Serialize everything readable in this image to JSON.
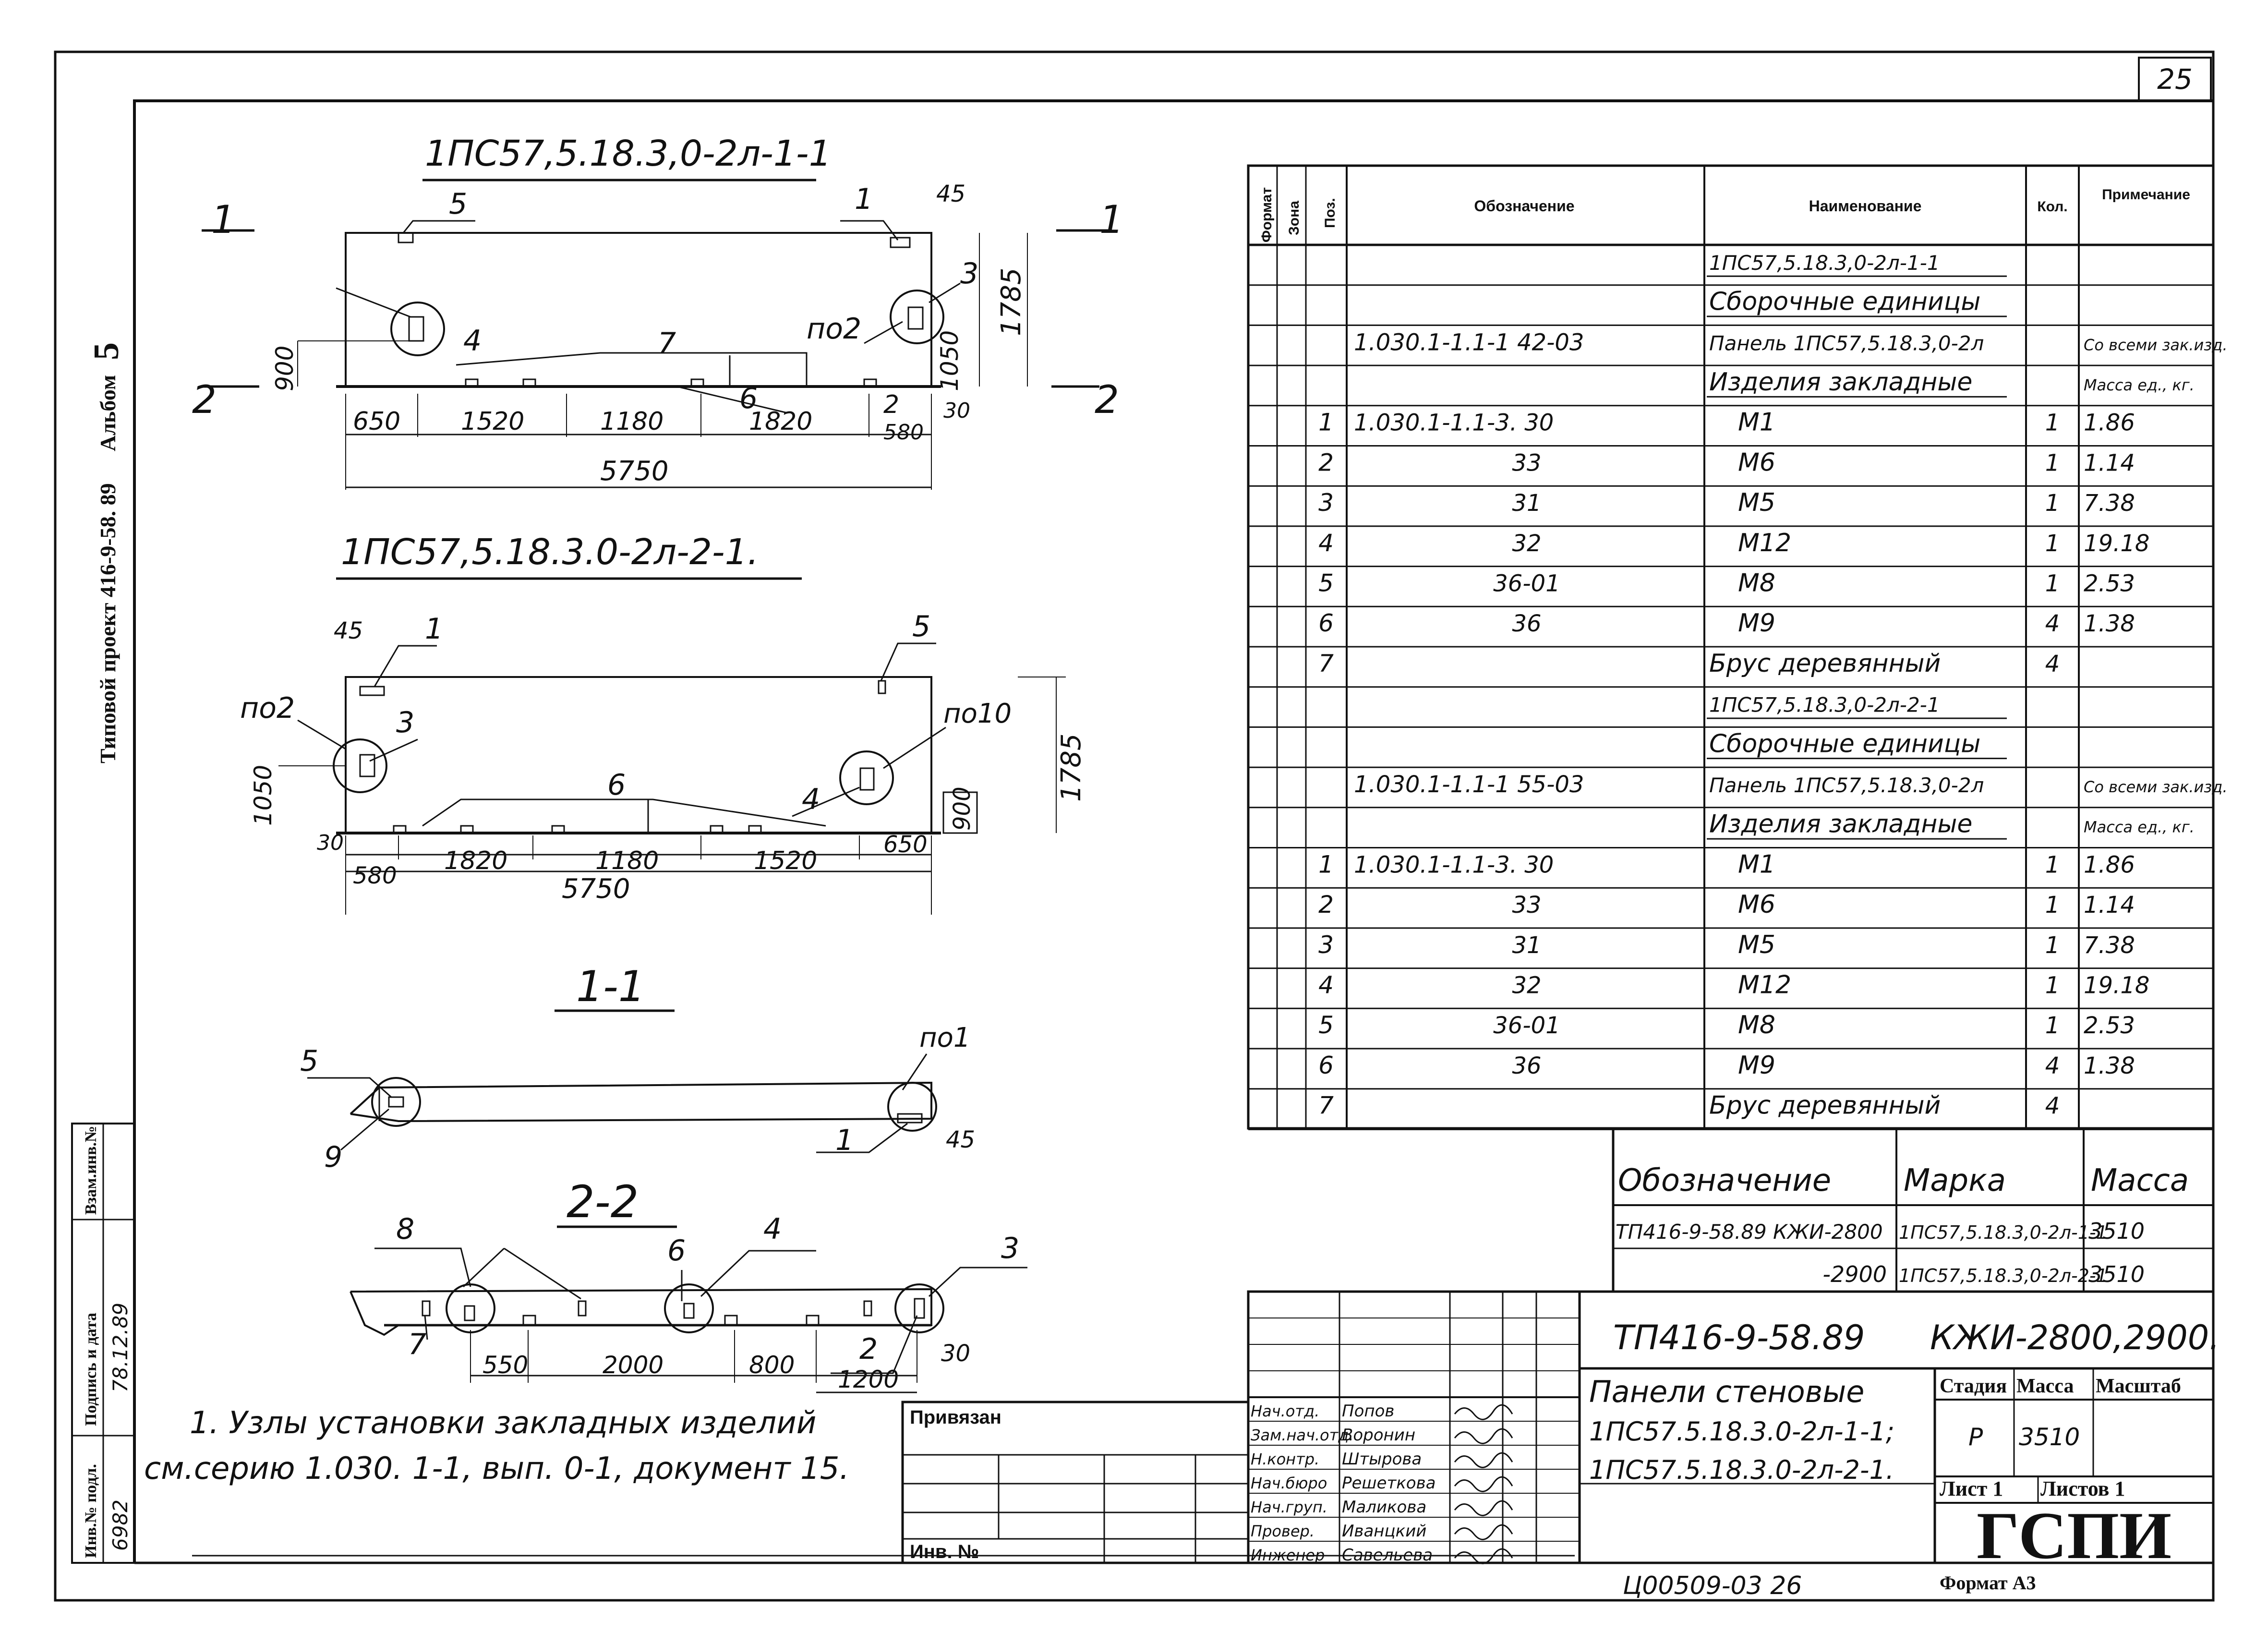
{
  "page_number": "25",
  "side_title": {
    "project": "Типовой проект 416-9-58. 89",
    "album_label": "Альбом",
    "album_number": "5"
  },
  "drawings": {
    "plan1": {
      "title": "1ПС57,5.18.3,0-2л-1-1",
      "section_marks": [
        "1",
        "1",
        "2",
        "2"
      ],
      "callouts": [
        "5",
        "1",
        "45",
        "3",
        "4",
        "по2",
        "7",
        "6",
        "2"
      ],
      "dims": [
        "900",
        "1050",
        "1785",
        "650",
        "1520",
        "1180",
        "1820",
        "580",
        "30",
        "5750"
      ]
    },
    "plan2": {
      "title": "1ПС57,5.18.3.0-2л-2-1.",
      "callouts": [
        "45",
        "1",
        "5",
        "по2",
        "3",
        "по10",
        "6",
        "4"
      ],
      "dims": [
        "1050",
        "1785",
        "900",
        "30",
        "580",
        "1820",
        "1180",
        "1520",
        "650",
        "5750"
      ]
    },
    "section11": {
      "title": "1-1",
      "callouts": [
        "5",
        "по1",
        "9",
        "1",
        "45"
      ]
    },
    "section22": {
      "title": "2-2",
      "callouts": [
        "8",
        "6",
        "4",
        "3",
        "7",
        "2",
        "30"
      ],
      "dims": [
        "550",
        "2000",
        "800",
        "1200"
      ]
    }
  },
  "note": {
    "line1": "1. Узлы установки закладных изделий",
    "line2": "см.серию 1.030. 1-1, вып. 0-1, документ 15."
  },
  "spec_table": {
    "headers": {
      "format": "Формат",
      "zone": "Зона",
      "pos": "Поз.",
      "designation": "Обозначение",
      "name": "Наименование",
      "qty": "Кол.",
      "note": "Примечание"
    },
    "rows": [
      {
        "pos": "",
        "designation": "",
        "name": "1ПС57,5.18.3,0-2л-1-1",
        "qty": "",
        "note": ""
      },
      {
        "pos": "",
        "designation": "",
        "name": "Сборочные единицы",
        "qty": "",
        "note": ""
      },
      {
        "pos": "",
        "designation": "1.030.1-1.1-1 42-03",
        "name": "Панель 1ПС57,5.18.3,0-2л",
        "qty": "",
        "note": "Со всеми зак.изд."
      },
      {
        "pos": "",
        "designation": "",
        "name": "Изделия закладные",
        "qty": "",
        "note": "Масса ед., кг."
      },
      {
        "pos": "1",
        "designation": "1.030.1-1.1-3. 30",
        "name": "М1",
        "qty": "1",
        "note": "1.86"
      },
      {
        "pos": "2",
        "designation": "33",
        "name": "М6",
        "qty": "1",
        "note": "1.14"
      },
      {
        "pos": "3",
        "designation": "31",
        "name": "М5",
        "qty": "1",
        "note": "7.38"
      },
      {
        "pos": "4",
        "designation": "32",
        "name": "М12",
        "qty": "1",
        "note": "19.18"
      },
      {
        "pos": "5",
        "designation": "36-01",
        "name": "М8",
        "qty": "1",
        "note": "2.53"
      },
      {
        "pos": "6",
        "designation": "36",
        "name": "М9",
        "qty": "4",
        "note": "1.38"
      },
      {
        "pos": "7",
        "designation": "",
        "name": "Брус деревянный",
        "qty": "4",
        "note": ""
      },
      {
        "pos": "",
        "designation": "",
        "name": "1ПС57,5.18.3,0-2л-2-1",
        "qty": "",
        "note": ""
      },
      {
        "pos": "",
        "designation": "",
        "name": "Сборочные единицы",
        "qty": "",
        "note": ""
      },
      {
        "pos": "",
        "designation": "1.030.1-1.1-1 55-03",
        "name": "Панель 1ПС57,5.18.3,0-2л",
        "qty": "",
        "note": "Со всеми зак.изд."
      },
      {
        "pos": "",
        "designation": "",
        "name": "Изделия закладные",
        "qty": "",
        "note": "Масса ед., кг."
      },
      {
        "pos": "1",
        "designation": "1.030.1-1.1-3. 30",
        "name": "М1",
        "qty": "1",
        "note": "1.86"
      },
      {
        "pos": "2",
        "designation": "33",
        "name": "М6",
        "qty": "1",
        "note": "1.14"
      },
      {
        "pos": "3",
        "designation": "31",
        "name": "М5",
        "qty": "1",
        "note": "7.38"
      },
      {
        "pos": "4",
        "designation": "32",
        "name": "М12",
        "qty": "1",
        "note": "19.18"
      },
      {
        "pos": "5",
        "designation": "36-01",
        "name": "М8",
        "qty": "1",
        "note": "2.53"
      },
      {
        "pos": "6",
        "designation": "36",
        "name": "М9",
        "qty": "4",
        "note": "1.38"
      },
      {
        "pos": "7",
        "designation": "",
        "name": "Брус деревянный",
        "qty": "4",
        "note": ""
      }
    ]
  },
  "mark_table": {
    "headers": [
      "Обозначение",
      "Марка",
      "Масса"
    ],
    "rows": [
      [
        "ТП416-9-58.89 КЖИ-2800",
        "1ПС57,5.18.3,0-2л-1-1",
        "3510"
      ],
      [
        "-2900",
        "1ПС57,5.18.3,0-2л-2-1",
        "3510"
      ]
    ]
  },
  "title_block": {
    "code": "ТП416-9-58.89",
    "doc": "КЖИ-2800,2900.",
    "name_lines": [
      "Панели стеновые",
      "1ПС57.5.18.3.0-2л-1-1;",
      "1ПС57.5.18.3.0-2л-2-1."
    ],
    "stage_label": "Стадия",
    "mass_label": "Масса",
    "scale_label": "Масштаб",
    "stage": "Р",
    "mass": "3510",
    "sheet_label": "Лист 1",
    "sheets_label": "Листов 1",
    "org": "ГСПИ",
    "format": "Формат А3",
    "bound_label": "Привязан",
    "inv_label": "Инв. №",
    "roles": [
      "Нач.отд.",
      "Зам.нач.отд.",
      "Н.контр.",
      "Нач.бюро",
      "Нач.груп.",
      "Провер.",
      "Инженер"
    ],
    "names": [
      "Попов",
      "Воронин",
      "Штырова",
      "Решеткова",
      "Маликова",
      "Иванцкий",
      "Савельева"
    ]
  },
  "left_stamp": {
    "labels": [
      "Инв.№ подл.",
      "Подпись и дата",
      "Взам.инв.№"
    ],
    "inv": "6982",
    "date": "78.12.89"
  },
  "bottom_note": "Ц00509-03   26"
}
